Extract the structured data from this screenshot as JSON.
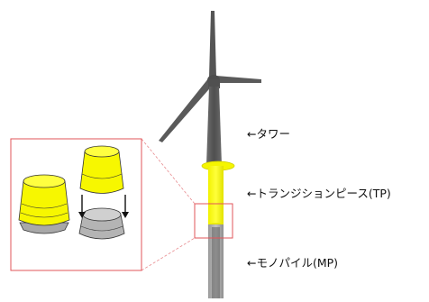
{
  "labels": {
    "tower": "←タワー",
    "transition_piece": "←トランジションピース(TP)",
    "monopile": "←モノパイル(MP)"
  },
  "colors": {
    "tower": "#5f5f5f",
    "tower_shade": "#7a7a7a",
    "transition_piece": "#f7f700",
    "transition_piece_shade": "#d9d900",
    "monopile": "#a9a9a9",
    "callout": "#e2545a",
    "callout_dashed": "#e88b8f",
    "outline": "#333333"
  }
}
